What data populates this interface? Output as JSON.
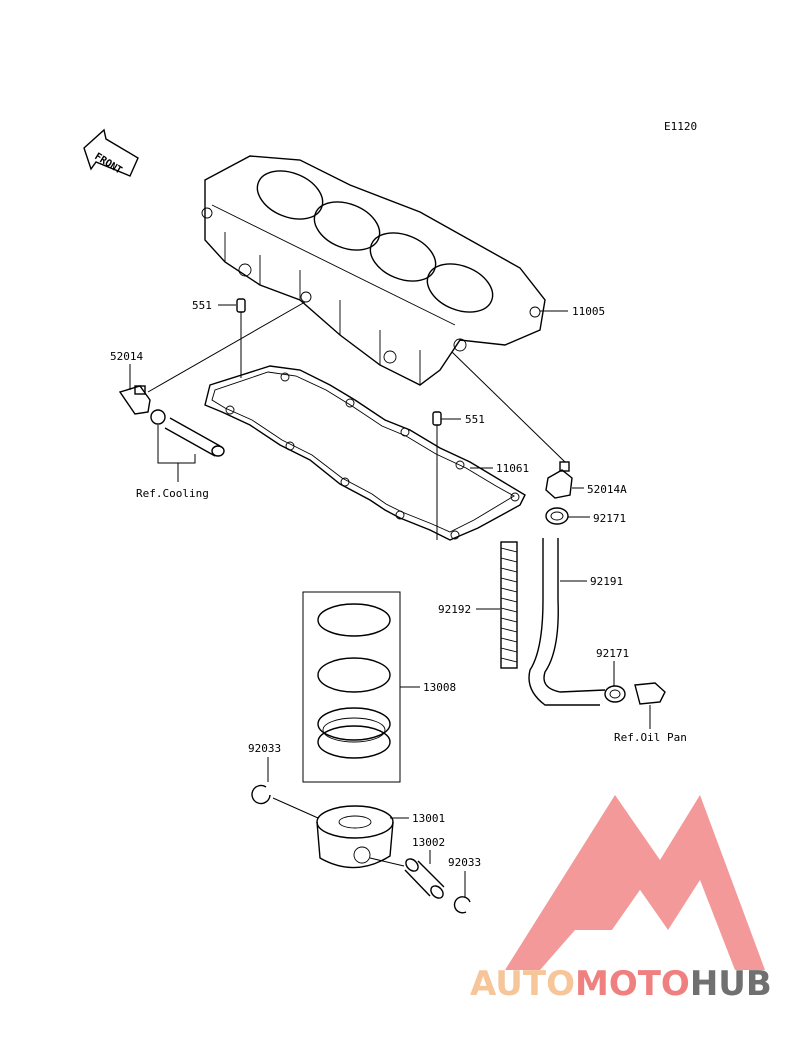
{
  "diagram_code": "E1120",
  "front_arrow": "FRONT",
  "labels": {
    "p11005": "11005",
    "p551_top": "551",
    "p551_mid": "551",
    "p52014": "52014",
    "ref_cooling": "Ref.Cooling",
    "p11061": "11061",
    "p52014A": "52014A",
    "p92171_top": "92171",
    "p92191": "92191",
    "p92192": "92192",
    "p92171_bot": "92171",
    "ref_oil_pan": "Ref.Oil Pan",
    "p13008": "13008",
    "p92033_left": "92033",
    "p13001": "13001",
    "p13002": "13002",
    "p92033_right": "92033"
  },
  "watermark": {
    "part1": "AUTO",
    "part2": "MOTO",
    "part3": "HUB",
    "color_auto": "#f7c59a",
    "color_moto": "#f08080",
    "color_hub": "#707070",
    "logo_color": "#f08080"
  }
}
